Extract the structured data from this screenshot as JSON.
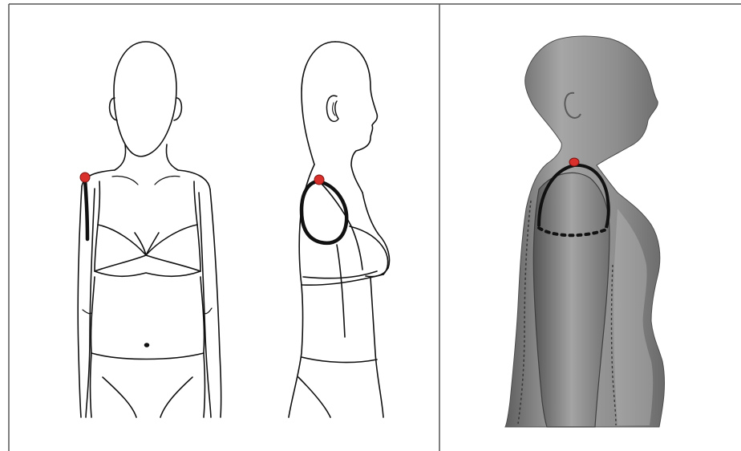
{
  "figure": {
    "panels": [
      {
        "id": "drawing-panel",
        "content": "line-drawing-front-and-side-view"
      },
      {
        "id": "scan-panel",
        "content": "3d-body-scan-side-view"
      }
    ],
    "landmark_color": "#d9302c",
    "measure_line_color": "#111111",
    "scan_shading_color": "#8c8c8c",
    "border_color": "#555555"
  }
}
